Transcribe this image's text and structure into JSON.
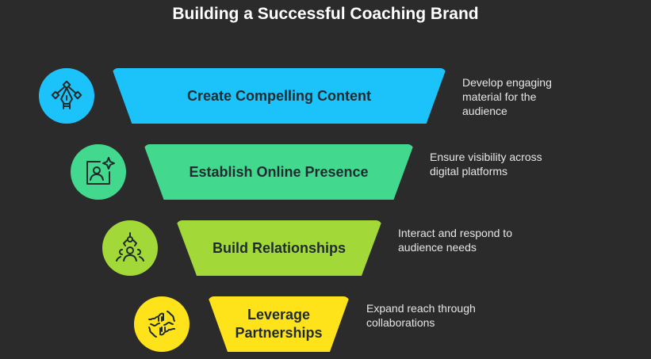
{
  "title": "Building a Successful Coaching Brand",
  "steps": [
    {
      "label": "Create Compelling Content",
      "description": "Develop engaging material for the audience",
      "color": "#1cc3fb",
      "icon": "pen-tool-icon"
    },
    {
      "label": "Establish Online Presence",
      "description": "Ensure visibility across digital platforms",
      "color": "#42d98f",
      "icon": "profile-sparkle-icon"
    },
    {
      "label": "Build Relationships",
      "description": "Interact and respond to audience needs",
      "color": "#a3d839",
      "icon": "people-network-icon"
    },
    {
      "label": "Leverage Partnerships",
      "description": "Expand reach through collaborations",
      "color": "#ffe31a",
      "icon": "handshake-icon"
    }
  ]
}
